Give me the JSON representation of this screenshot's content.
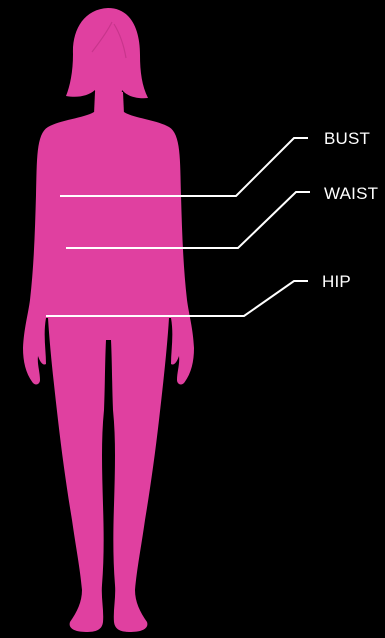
{
  "colors": {
    "background": "#000000",
    "silhouette": "#e040a0",
    "hair_detail": "#c8358c",
    "leader_line": "#ffffff",
    "label_text": "#ffffff"
  },
  "figure": {
    "icon": "female-body-silhouette-icon"
  },
  "labels": {
    "bust": "BUST",
    "waist": "WAIST",
    "hip": "HIP"
  }
}
